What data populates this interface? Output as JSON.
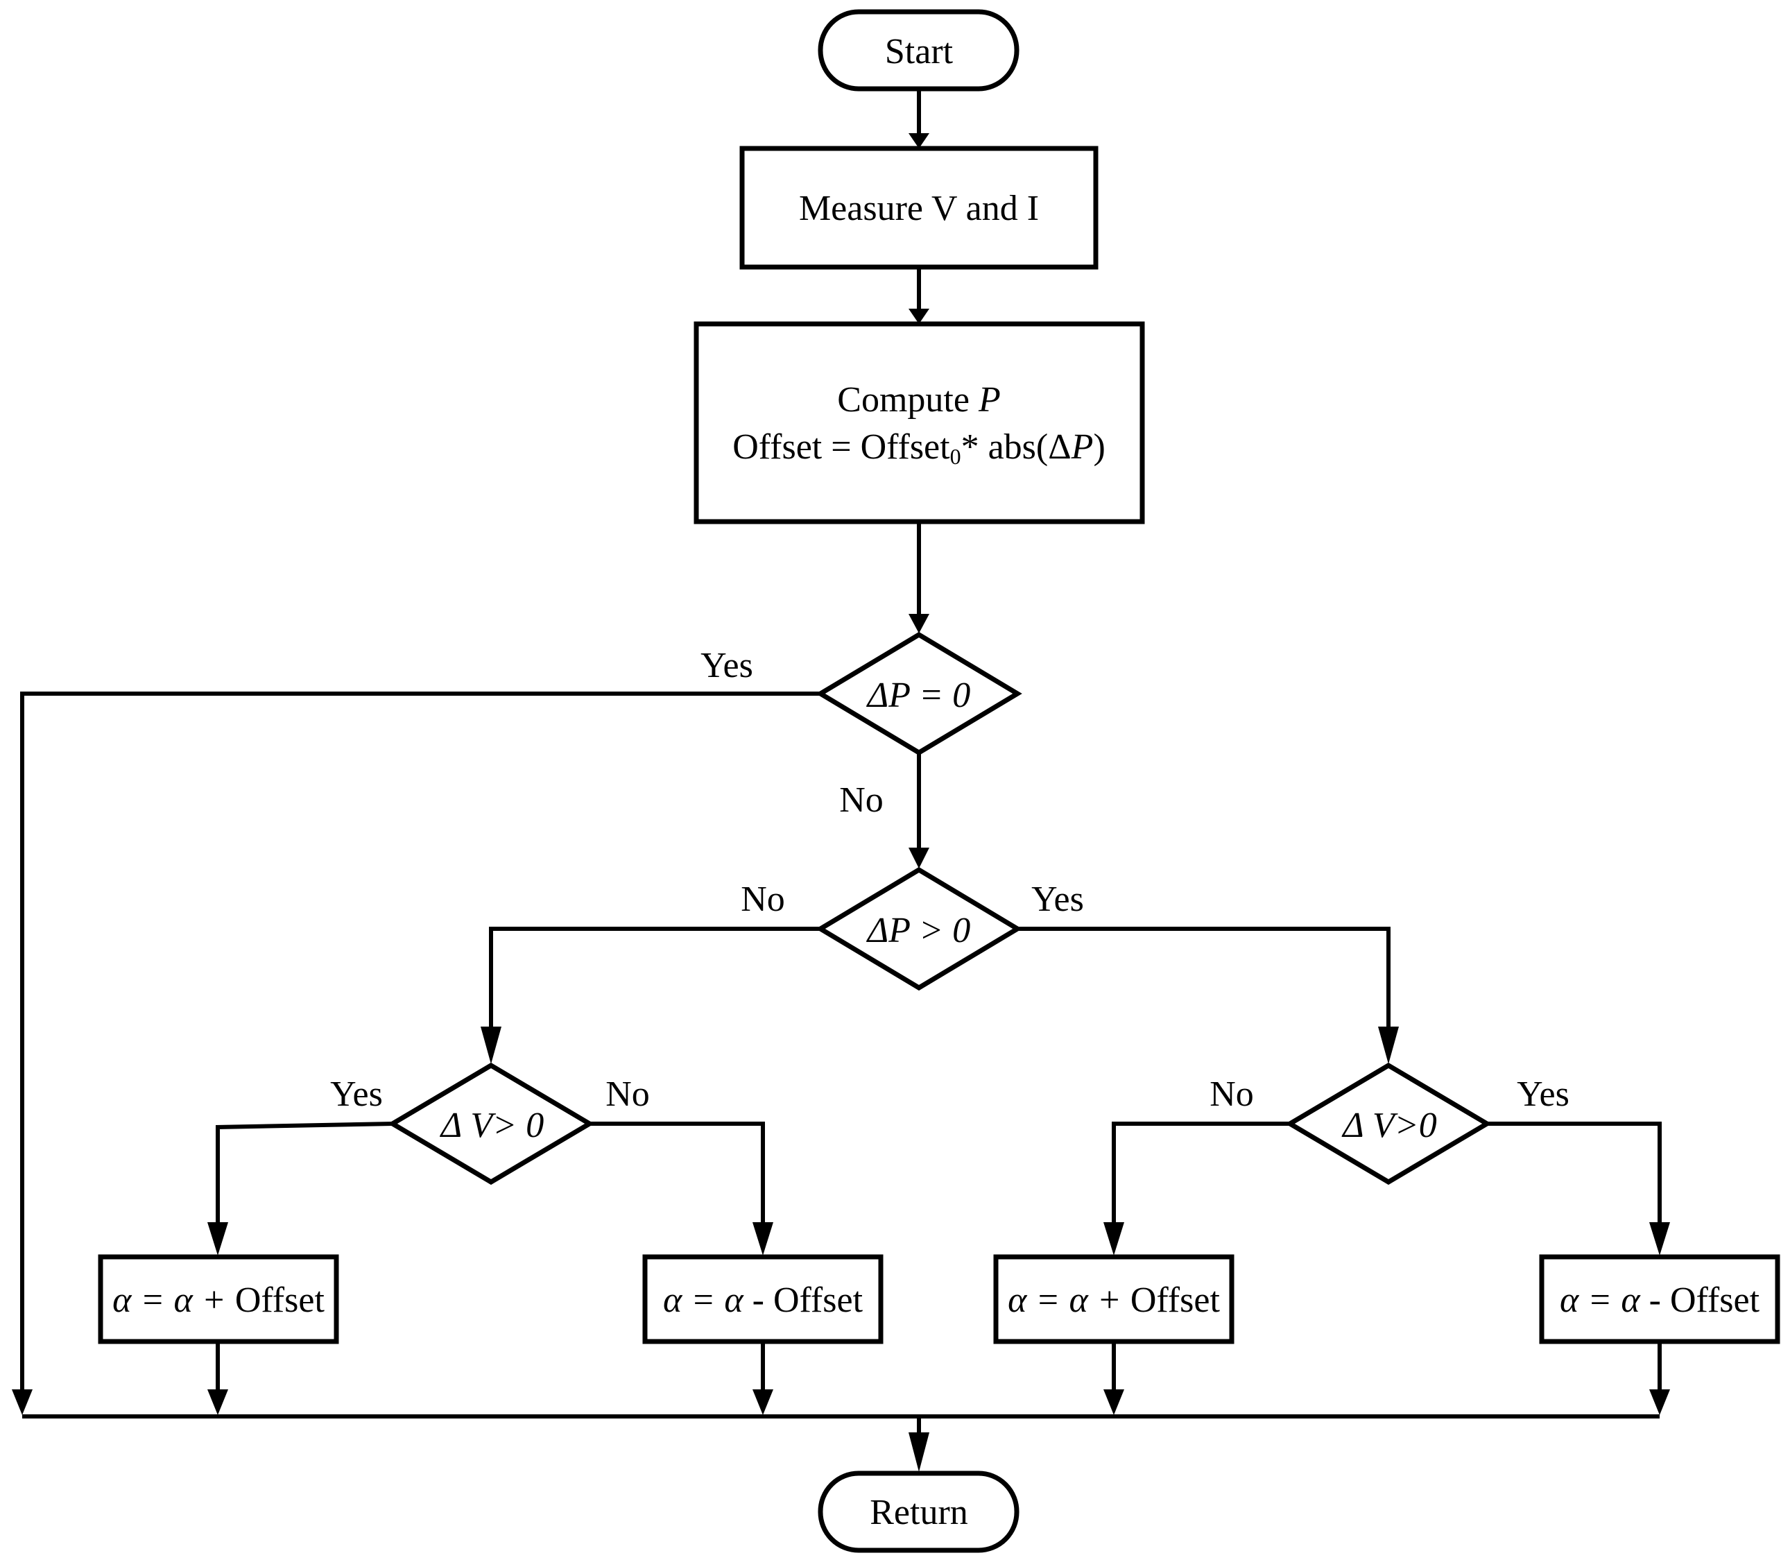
{
  "flowchart": {
    "start": "Start",
    "measure": "Measure V and I",
    "compute": {
      "line1_text": "Compute ",
      "line1_var": "P",
      "line2_a": "Offset = Offset",
      "line2_sub": "0",
      "line2_b": "* abs(Δ",
      "line2_var": "P",
      "line2_c": ")"
    },
    "decision_dp_zero": "ΔP = 0",
    "decision_dp_pos": "ΔP > 0",
    "decision_dv_left": "Δ V> 0",
    "decision_dv_right": "Δ V>0",
    "label_yes": "Yes",
    "label_no": "No",
    "action_left_plus": {
      "a": "α = α ",
      "op": "+",
      "b": " Offset"
    },
    "action_left_minus": {
      "a": "α = α ",
      "op": "-",
      "b": " Offset"
    },
    "action_right_plus": {
      "a": "α = α ",
      "op": "+",
      "b": " Offset"
    },
    "action_right_minus": {
      "a": "α = α ",
      "op": "-",
      "b": " Offset"
    },
    "return": "Return"
  }
}
